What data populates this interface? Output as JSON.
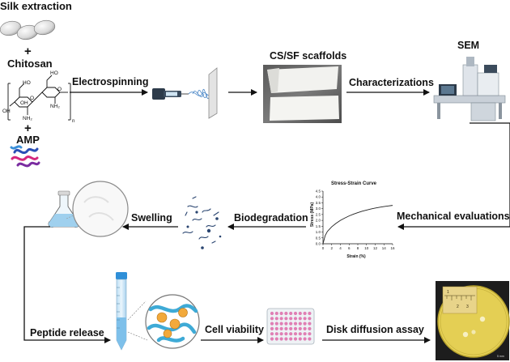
{
  "inputs": {
    "silk_label": "Silk extraction",
    "plus": "+",
    "chitosan_label": "Chitosan",
    "amp_label": "AMP",
    "chitosan_struct": {
      "ho1": "HO",
      "ho2": "HO",
      "oh1": "OH",
      "oh2": "OH",
      "o1": "O",
      "o2": "O",
      "nh2a": "NH₂",
      "nh2b": "NH₂",
      "n": "n"
    }
  },
  "steps": {
    "electrospinning": "Electrospinning",
    "scaffolds_title": "CS/SF scaffolds",
    "characterizations": "Characterizations",
    "sem": "SEM",
    "mechanical": "Mechanical evaluations",
    "biodegradation": "Biodegradation",
    "swelling": "Swelling",
    "peptide_release": "Peptide release",
    "cell_viability": "Cell viability",
    "disk_diffusion": "Disk diffusion assay"
  },
  "chart_data": {
    "type": "line",
    "title": "Stress-Strain Curve",
    "xlabel": "Strain (%)",
    "ylabel": "Stress (MPa)",
    "xlim": [
      0,
      16
    ],
    "ylim": [
      0,
      4.5
    ],
    "xticks": [
      "0",
      "2",
      "4",
      "6",
      "8",
      "10",
      "12",
      "14",
      "16"
    ],
    "yticks": [
      "0.0",
      "0.5",
      "1.0",
      "1.5",
      "2.0",
      "2.5",
      "3.0",
      "3.5",
      "4.0",
      "4.5"
    ],
    "series": [
      {
        "x": [
          0,
          0.5,
          1,
          2,
          3,
          4,
          5,
          6,
          7,
          8,
          9,
          10,
          11,
          12,
          13,
          14,
          15,
          16
        ],
        "values": [
          0,
          0.7,
          1.05,
          1.45,
          1.75,
          2.0,
          2.2,
          2.38,
          2.53,
          2.66,
          2.78,
          2.88,
          2.97,
          3.05,
          3.12,
          3.18,
          3.23,
          3.28
        ]
      }
    ]
  },
  "disk_photo": {
    "ruler_marks": [
      "1",
      "2",
      "3"
    ],
    "scale_note": "5 mm"
  },
  "colors": {
    "arrow": "#111111",
    "flask_liquid": "#9fd0ee",
    "tube_cap": "#2f8fd8",
    "plate": "#e4cf54",
    "wells": "#e07fb4"
  }
}
